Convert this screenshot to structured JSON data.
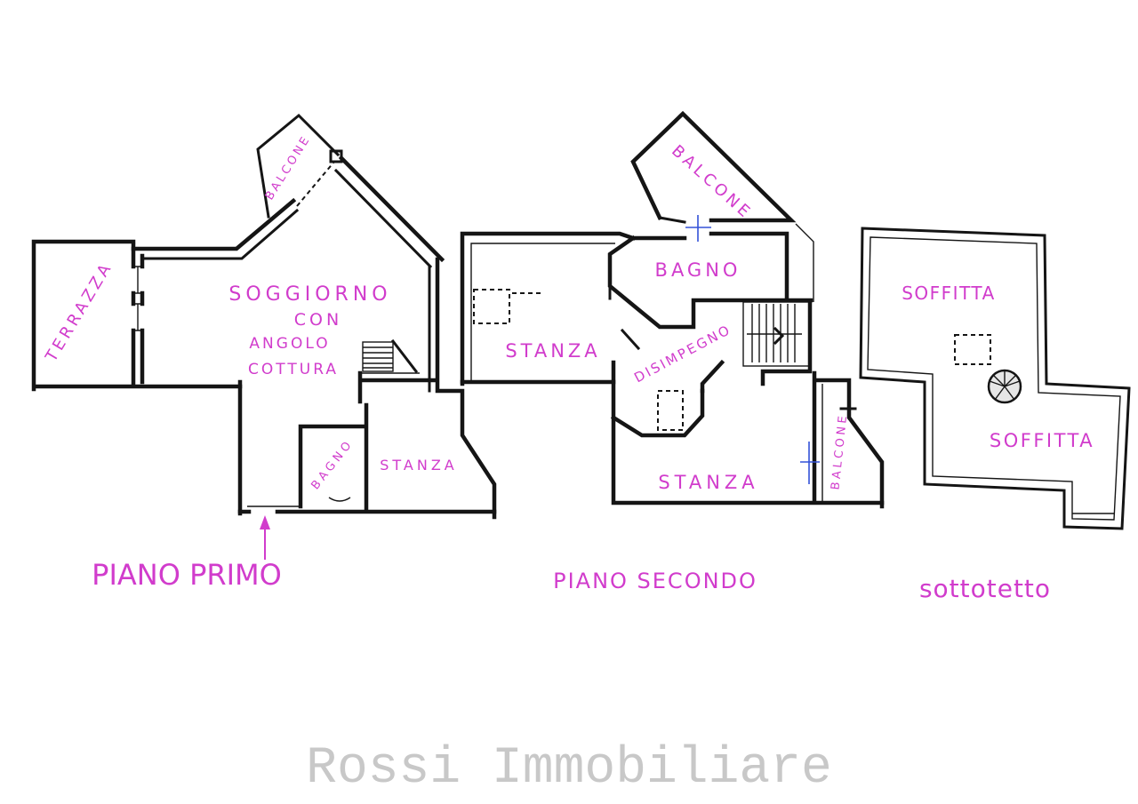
{
  "colors": {
    "walls": "#151515",
    "labels": "#d13ccc",
    "watermark": "#c8c8c8",
    "door_marks": "#3352d8",
    "background": "#ffffff"
  },
  "piano_primo": {
    "title": "PIANO PRIMO",
    "terrazza": "TERRAZZA",
    "balcone": "BALCONE",
    "soggiorno": [
      "SOGGIORNO",
      "CON",
      "ANGOLO",
      "COTTURA"
    ],
    "bagno": "BAGNO",
    "stanza": "STANZA"
  },
  "piano_secondo": {
    "title": "PIANO SECONDO",
    "balcone_top": "BALCONE",
    "bagno": "BAGNO",
    "stanza_left": "STANZA",
    "disimpegno": "DISIMPEGNO",
    "stanza_bottom": "STANZA",
    "balcone_right": "BALCONE"
  },
  "sottotetto": {
    "title": "sottotetto",
    "soffitta_top": "SOFFITTA",
    "soffitta_bottom": "SOFFITTA"
  },
  "watermark": "Rossi Immobiliare"
}
